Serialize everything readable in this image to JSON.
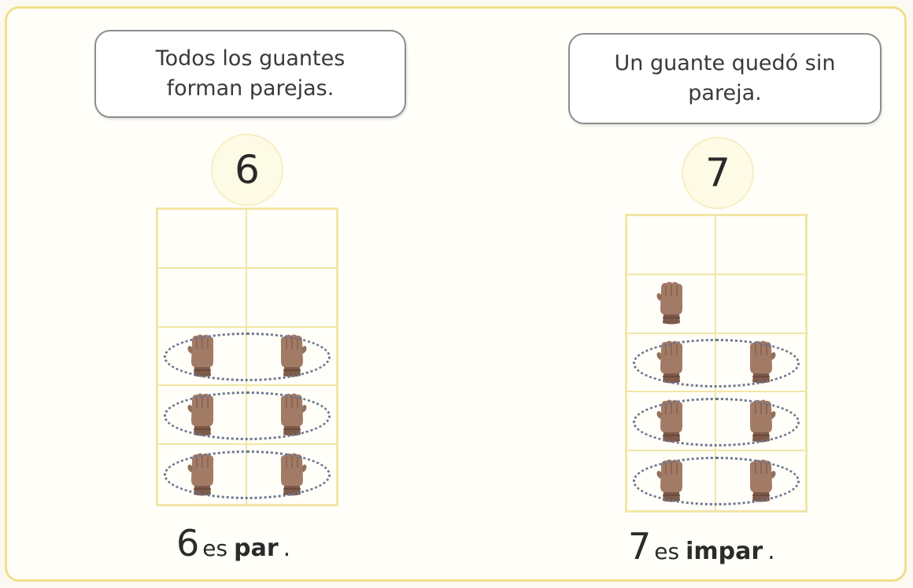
{
  "left": {
    "bubble_line1": "Todos los guantes",
    "bubble_line2": "forman parejas.",
    "number": "6",
    "caption_number": "6",
    "caption_es": "es",
    "caption_word": "par",
    "caption_dot": "."
  },
  "right": {
    "bubble_line1": "Un guante quedó sin",
    "bubble_line2": "pareja.",
    "number": "7",
    "caption_number": "7",
    "caption_es": "es",
    "caption_word": "impar",
    "caption_dot": "."
  },
  "colors": {
    "glove": "#a27b66",
    "glove_shade": "#7e5a49",
    "grid_line": "#f1e6a5",
    "ring": "#6d7590"
  }
}
